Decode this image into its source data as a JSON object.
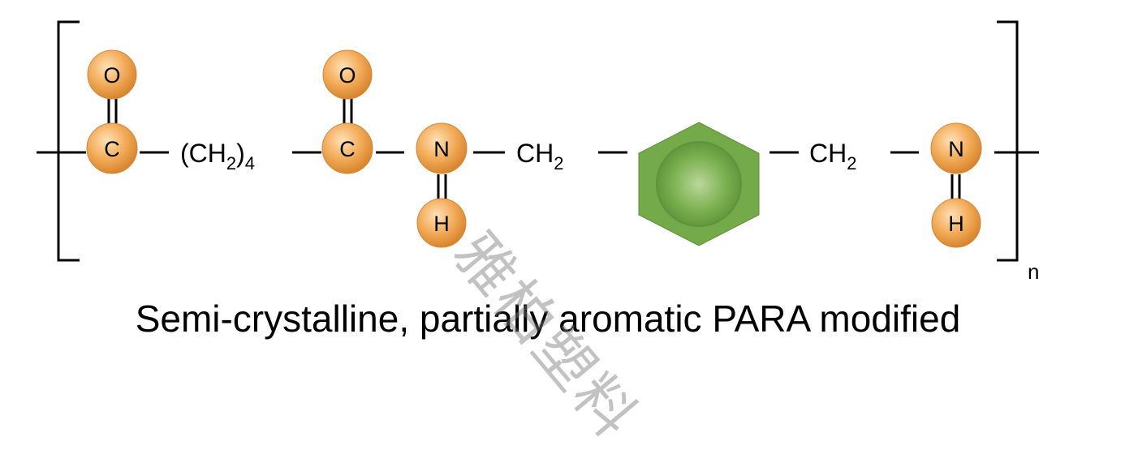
{
  "structure": {
    "atoms": {
      "o1": "O",
      "c1": "C",
      "o2": "O",
      "c2": "C",
      "n1": "N",
      "h1": "H",
      "n2": "N",
      "h2": "H"
    },
    "groups": {
      "ch2_4": {
        "main": "(CH",
        "sub_2": "2",
        "close": ")",
        "sub_n": "4"
      },
      "ch2_a": {
        "main": "CH",
        "sub": "2"
      },
      "ch2_b": {
        "main": "CH",
        "sub": "2"
      }
    },
    "repeat_label": "n",
    "colors": {
      "atom": "#f0a855",
      "atom_edge": "#c87a2a",
      "ring": "#7aaf4e",
      "ring_dark": "#5b8f38"
    }
  },
  "caption": "Semi-crystalline, partially aromatic PARA modified",
  "watermark": "雅柏塑料"
}
